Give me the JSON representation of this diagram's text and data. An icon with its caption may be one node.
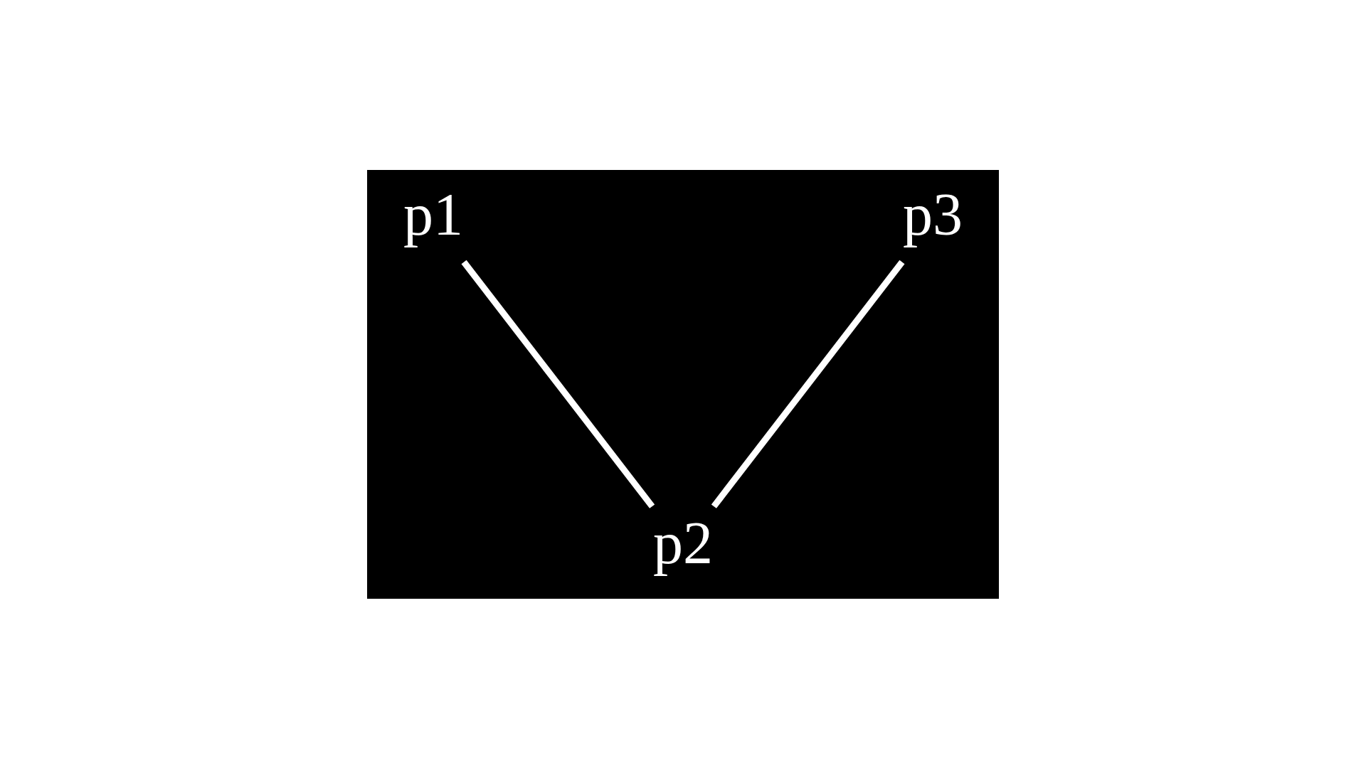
{
  "diagram": {
    "nodes": [
      {
        "text": [
          "p1"
        ]
      },
      {
        "text": [
          "p2"
        ]
      },
      {
        "text": [
          "p3"
        ]
      }
    ],
    "edges": [
      {
        "from": 0,
        "to": 1,
        "arrow": "none"
      },
      {
        "from": 1,
        "to": 2,
        "arrow": "none"
      }
    ]
  }
}
